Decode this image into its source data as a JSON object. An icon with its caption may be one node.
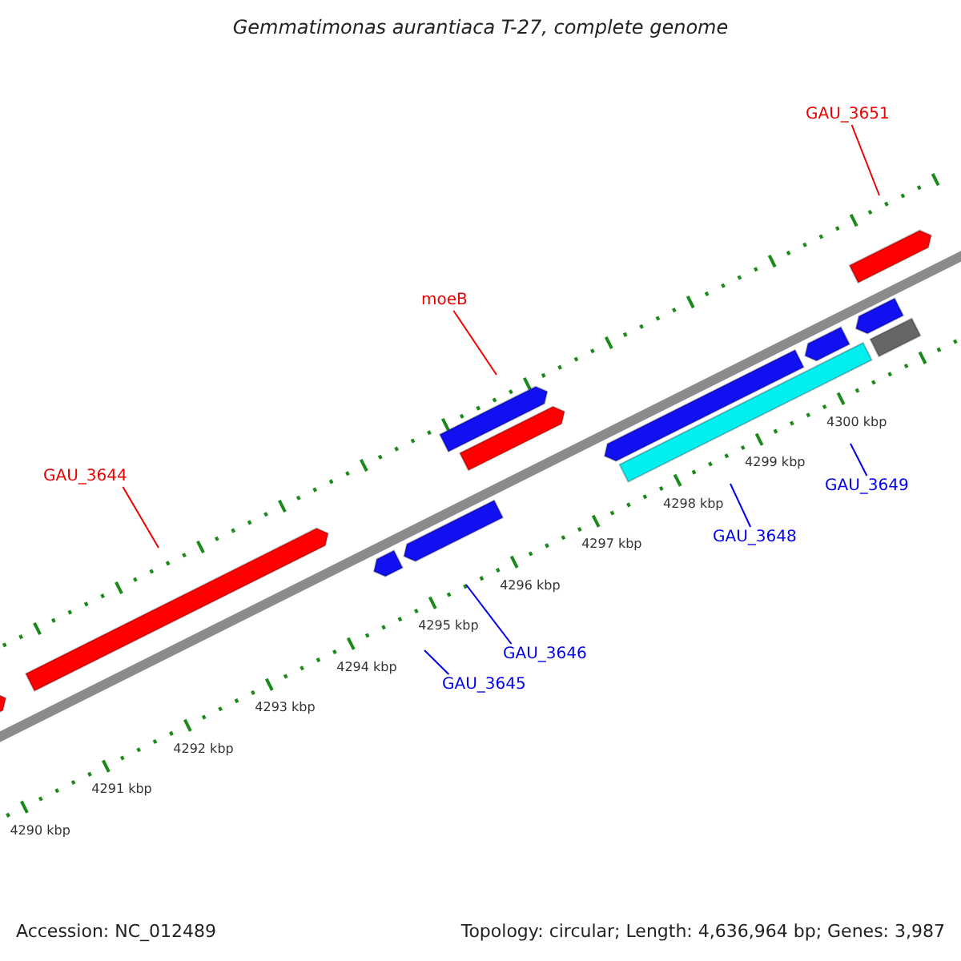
{
  "diagram": {
    "title": "Gemmatimonas aurantiaca T-27, complete genome",
    "nodes": [
      {
        "text": [
          "GAU_3651"
        ]
      },
      {
        "text": [
          "moeB"
        ]
      },
      {
        "text": [
          "GAU_3644"
        ]
      },
      {
        "text": [
          "GAU_3649"
        ]
      },
      {
        "text": [
          "GAU_3648"
        ]
      },
      {
        "text": [
          "GAU_3646"
        ]
      },
      {
        "text": [
          "GAU_3645"
        ]
      }
    ],
    "edges": [
      {
        "from": 0,
        "to": null,
        "arrow": "none",
        "color": "#ee0000"
      },
      {
        "from": 1,
        "to": null,
        "arrow": "none",
        "color": "#ee0000"
      },
      {
        "from": 2,
        "to": null,
        "arrow": "none",
        "color": "#ee0000"
      },
      {
        "from": 3,
        "to": null,
        "arrow": "none"
      },
      {
        "from": 4,
        "to": null,
        "arrow": "none"
      },
      {
        "from": 5,
        "to": null,
        "arrow": "none"
      },
      {
        "from": 6,
        "to": null,
        "arrow": "none"
      }
    ],
    "labels": [
      "4300 kbp",
      "4299 kbp",
      "4298 kbp",
      "4297 kbp",
      "4296 kbp",
      "4295 kbp",
      "4294 kbp",
      "4293 kbp",
      "4292 kbp",
      "4291 kbp",
      "4290 kbp",
      "Accession: NC_012489",
      "Topology: circular; Length: 4,636,964 bp; Genes: 3,987"
    ]
  }
}
